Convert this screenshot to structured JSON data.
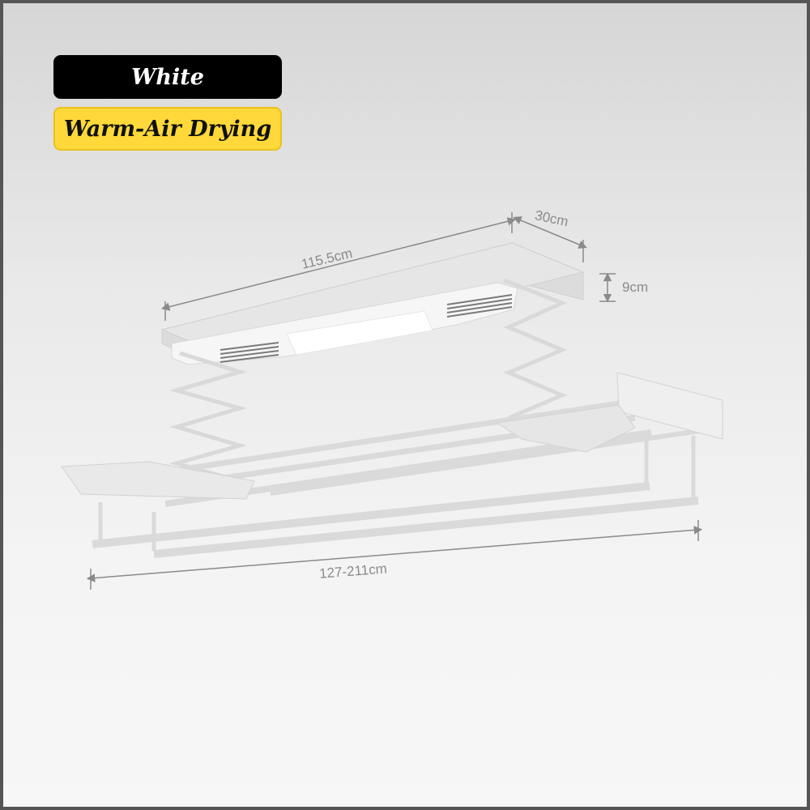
{
  "badges": {
    "color": "White",
    "feature": "Warm-Air Drying"
  },
  "dimensions": {
    "length": "115.5cm",
    "depth": "30cm",
    "height": "9cm",
    "extension": "127-211cm"
  },
  "colors": {
    "badge_black": "#000000",
    "badge_yellow": "#ffd93a",
    "dimension_line": "#8a8a8a"
  }
}
